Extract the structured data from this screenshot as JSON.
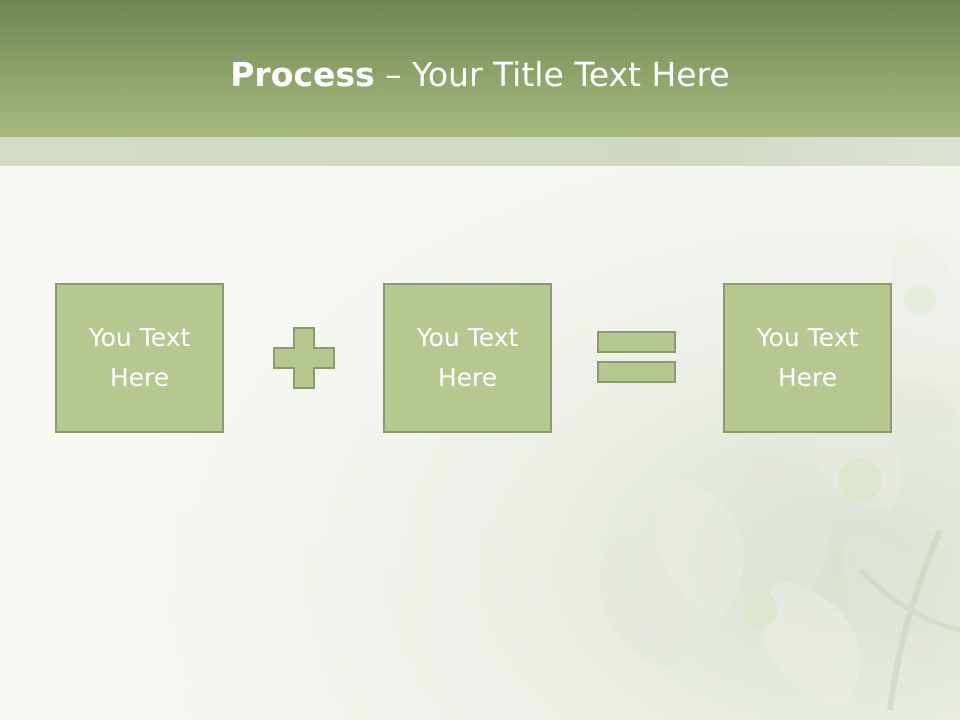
{
  "title": {
    "bold": "Process",
    "rest": " – Your Title Text Here"
  },
  "process": {
    "step1": "You Text Here",
    "step2": "You Text Here",
    "result": "You Text Here",
    "operator1": "plus-icon",
    "operator2": "equals-icon"
  },
  "colors": {
    "header": "#8ea46a",
    "box_fill": "#b6c78f",
    "box_border": "#8a9b6c",
    "text": "#ffffff"
  }
}
